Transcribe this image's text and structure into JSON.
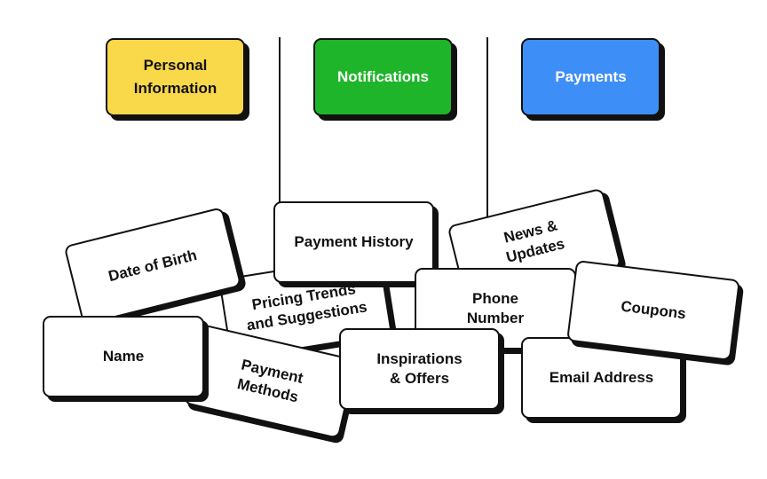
{
  "categories": [
    {
      "label": "Personal\nInformation",
      "color": "#f9d84a",
      "text_color": "#111111"
    },
    {
      "label": "Notifications",
      "color": "#1fb52a",
      "text_color": "#ffffff"
    },
    {
      "label": "Payments",
      "color": "#3e8ef7",
      "text_color": "#ffffff"
    }
  ],
  "cards": {
    "date_of_birth": "Date of Birth",
    "pricing_trends": "Pricing Trends\nand Suggestions",
    "payment_history": "Payment History",
    "news_updates": "News &\nUpdates",
    "phone_number": "Phone\nNumber",
    "coupons": "Coupons",
    "name": "Name",
    "payment_methods": "Payment\nMethods",
    "inspirations_offers": "Inspirations\n& Offers",
    "email_address": "Email Address"
  }
}
